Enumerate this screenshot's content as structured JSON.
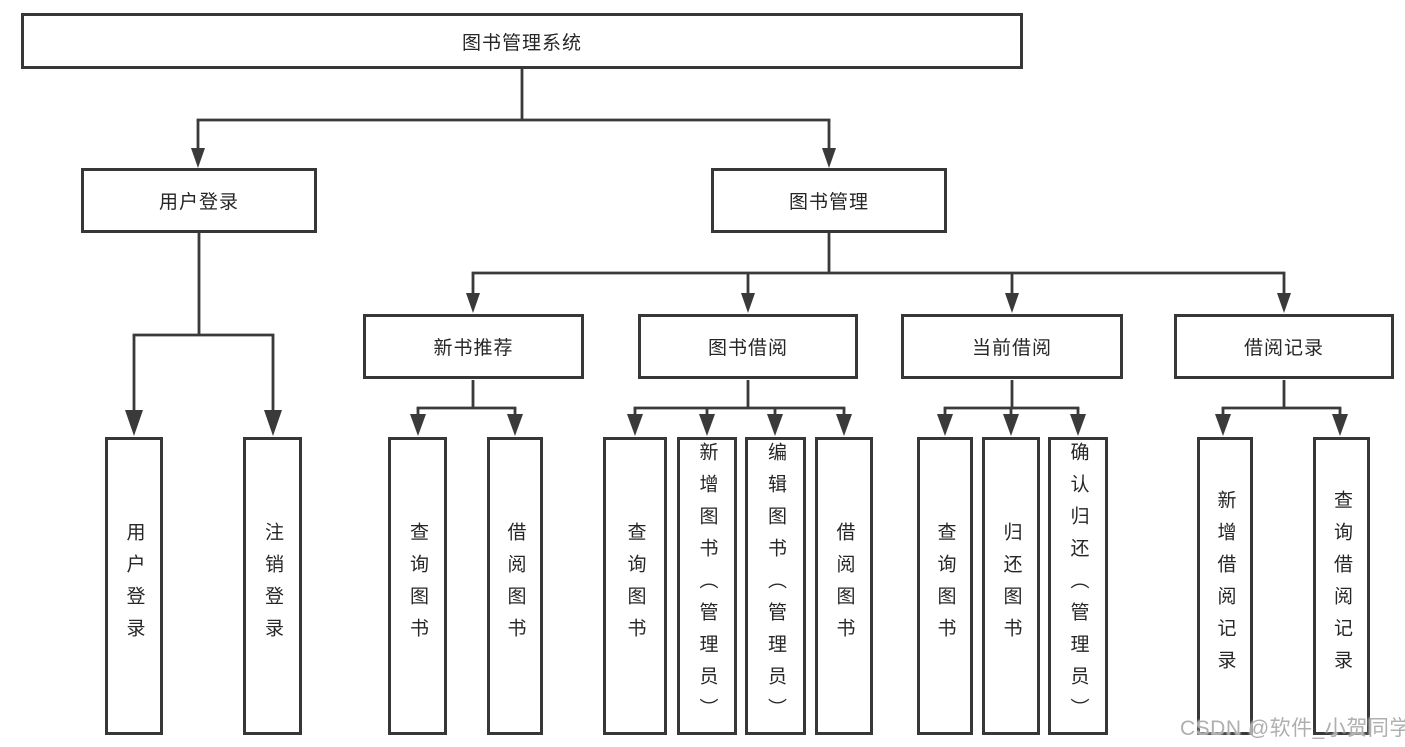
{
  "diagram_type": "hierarchy-diagram",
  "nodes": {
    "root": "图书管理系统",
    "user_login": "用户登录",
    "book_mgmt": "图书管理",
    "new_book_rec": "新书推荐",
    "book_borrow": "图书借阅",
    "current_borrow": "当前借阅",
    "borrow_record": "借阅记录",
    "ul_user_login": "用户登录",
    "ul_logout": "注销登录",
    "nb_query_book": "查询图书",
    "nb_borrow_book": "借阅图书",
    "bb_query_book": "查询图书",
    "bb_add_book": "新增图书（管理员）",
    "bb_edit_book": "编辑图书（管理员）",
    "bb_borrow_book": "借阅图书",
    "cb_query_book": "查询图书",
    "cb_return_book": "归还图书",
    "cb_confirm_return": "确认归还（管理员）",
    "br_add_record": "新增借阅记录",
    "br_query_record": "查询借阅记录"
  },
  "structure": {
    "图书管理系统": {
      "用户登录": [
        "用户登录",
        "注销登录"
      ],
      "图书管理": {
        "新书推荐": [
          "查询图书",
          "借阅图书"
        ],
        "图书借阅": [
          "查询图书",
          "新增图书（管理员）",
          "编辑图书（管理员）",
          "借阅图书"
        ],
        "当前借阅": [
          "查询图书",
          "归还图书",
          "确认归还（管理员）"
        ],
        "借阅记录": [
          "新增借阅记录",
          "查询借阅记录"
        ]
      }
    }
  },
  "watermark": "CSDN @软件_小贺同学",
  "colors": {
    "line": "#3a3a3a",
    "box_border": "#373737",
    "text": "#262626",
    "watermark": "#a8a8a8",
    "background": "#ffffff"
  }
}
